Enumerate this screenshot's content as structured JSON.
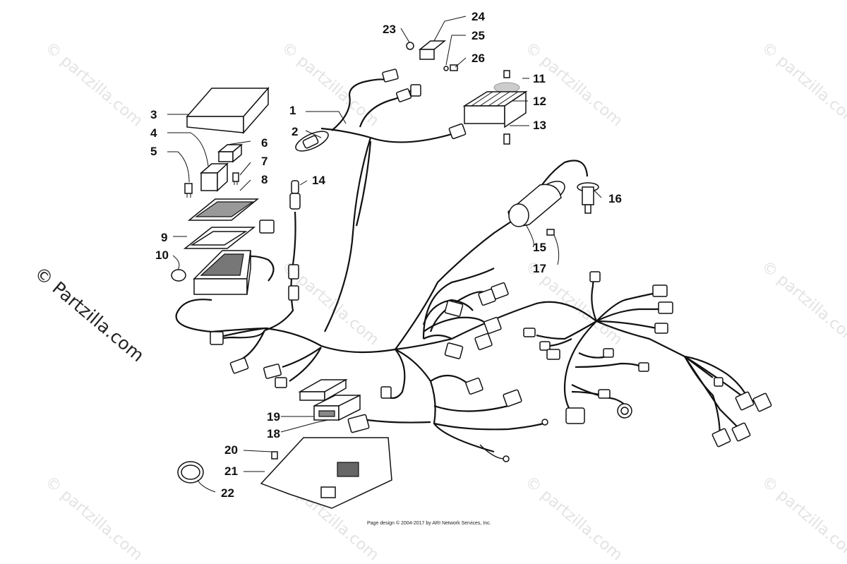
{
  "watermark": {
    "small_text": "© partzilla.com",
    "big_text": "© Partzilla.com"
  },
  "callouts": [
    "1",
    "2",
    "3",
    "4",
    "5",
    "6",
    "7",
    "8",
    "9",
    "10",
    "11",
    "12",
    "13",
    "14",
    "15",
    "16",
    "17",
    "18",
    "19",
    "20",
    "21",
    "22",
    "23",
    "24",
    "25",
    "26"
  ],
  "footer": "Page design © 2004-2017 by ARI Network Services, Inc."
}
